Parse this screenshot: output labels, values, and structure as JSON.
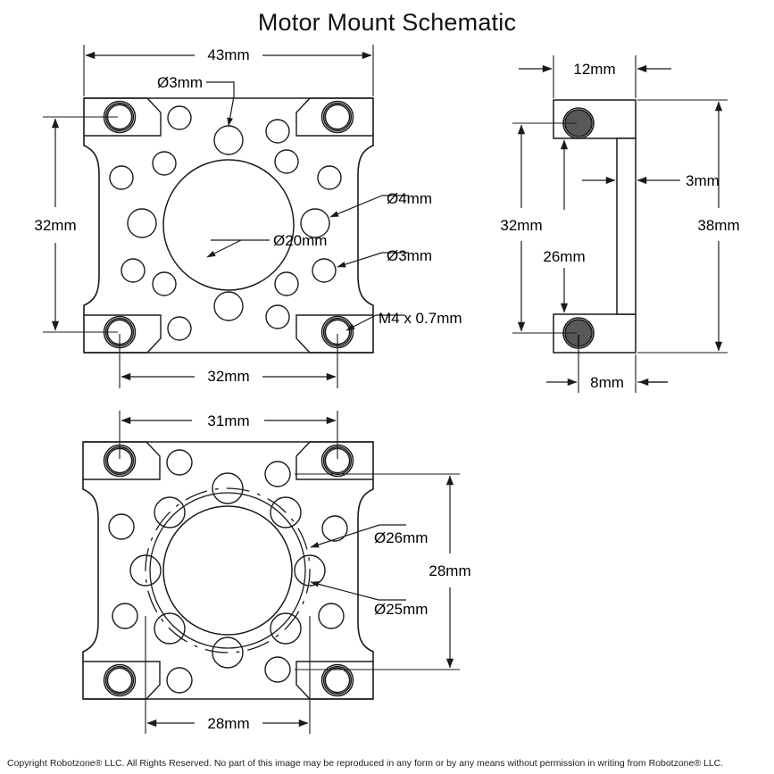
{
  "document": {
    "title": "Motor Mount Schematic",
    "footer": "Copyright Robotzone® LLC.  All Rights Reserved. No part of this image may be reproduced in any form or by any means without permission in writing from Robotzone® LLC.",
    "background_color": "#ffffff",
    "line_color": "#1a1a1a"
  },
  "views": {
    "front": {
      "name": "front-view",
      "dimensions": {
        "width_overall": "43mm",
        "height_overall": "32mm",
        "hole_spacing_horizontal": "32mm",
        "center_bore": "Ø20mm",
        "large_hole": "Ø4mm",
        "small_hole_top": "Ø3mm",
        "small_hole_right": "Ø3mm",
        "threaded_hole": "M4 x 0.7mm"
      }
    },
    "side": {
      "name": "side-view",
      "dimensions": {
        "flange_width": "12mm",
        "web_thickness": "3mm",
        "overall_height": "38mm",
        "hole_spacing_vertical": "32mm",
        "web_height": "26mm",
        "hole_offset": "8mm"
      }
    },
    "bottom": {
      "name": "bottom-view",
      "dimensions": {
        "hole_spacing_horizontal_top": "31mm",
        "hole_spacing_horizontal_bottom": "28mm",
        "hole_spacing_vertical": "28mm",
        "bolt_circle": "Ø26mm",
        "bore": "Ø25mm"
      }
    }
  },
  "labels": [
    {
      "id": "front-width",
      "text": "43mm"
    },
    {
      "id": "front-dia3-top",
      "text": "Ø3mm"
    },
    {
      "id": "front-height",
      "text": "32mm"
    },
    {
      "id": "front-bore",
      "text": "Ø20mm"
    },
    {
      "id": "front-dia4",
      "text": "Ø4mm"
    },
    {
      "id": "front-dia3-right",
      "text": "Ø3mm"
    },
    {
      "id": "front-thread",
      "text": "M4 x 0.7mm"
    },
    {
      "id": "front-hole-spacing",
      "text": "32mm"
    },
    {
      "id": "side-flange-width",
      "text": "12mm"
    },
    {
      "id": "side-web-thickness",
      "text": "3mm"
    },
    {
      "id": "side-height",
      "text": "32mm"
    },
    {
      "id": "side-web-height",
      "text": "26mm"
    },
    {
      "id": "side-overall",
      "text": "38mm"
    },
    {
      "id": "side-hole-offset",
      "text": "8mm"
    },
    {
      "id": "bottom-width",
      "text": "31mm"
    },
    {
      "id": "bottom-bolt-circle",
      "text": "Ø26mm"
    },
    {
      "id": "bottom-height",
      "text": "28mm"
    },
    {
      "id": "bottom-bore",
      "text": "Ø25mm"
    },
    {
      "id": "bottom-hole-spacing",
      "text": "28mm"
    }
  ]
}
